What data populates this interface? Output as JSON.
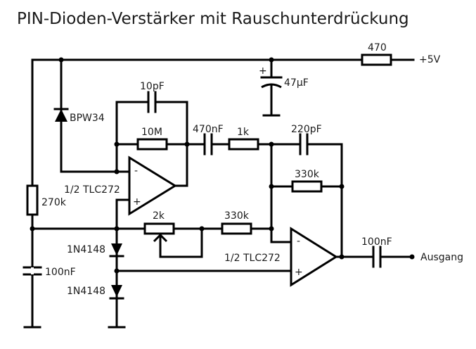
{
  "title": "PIN-Dioden-Verstärker mit Rauschunterdrückung",
  "components": {
    "r_supply": "470",
    "supply": "+5V",
    "c_supply": "47µF",
    "c_supply_polarity": "+",
    "photodiode": "BPW34",
    "c_feedback1": "10pF",
    "r_feedback1": "10M",
    "c_coupling": "470nF",
    "r_input2": "1k",
    "c_feedback2": "220pF",
    "r_feedback2": "330k",
    "opamp1": "1/2 TLC272",
    "opamp2": "1/2 TLC272",
    "r_bias": "270k",
    "pot": "2k",
    "r_offset": "330k",
    "diode1": "1N4148",
    "diode2": "1N4148",
    "c_bias": "100nF",
    "c_output": "100nF",
    "output": "Ausgang",
    "minus": "-",
    "plus": "+"
  }
}
